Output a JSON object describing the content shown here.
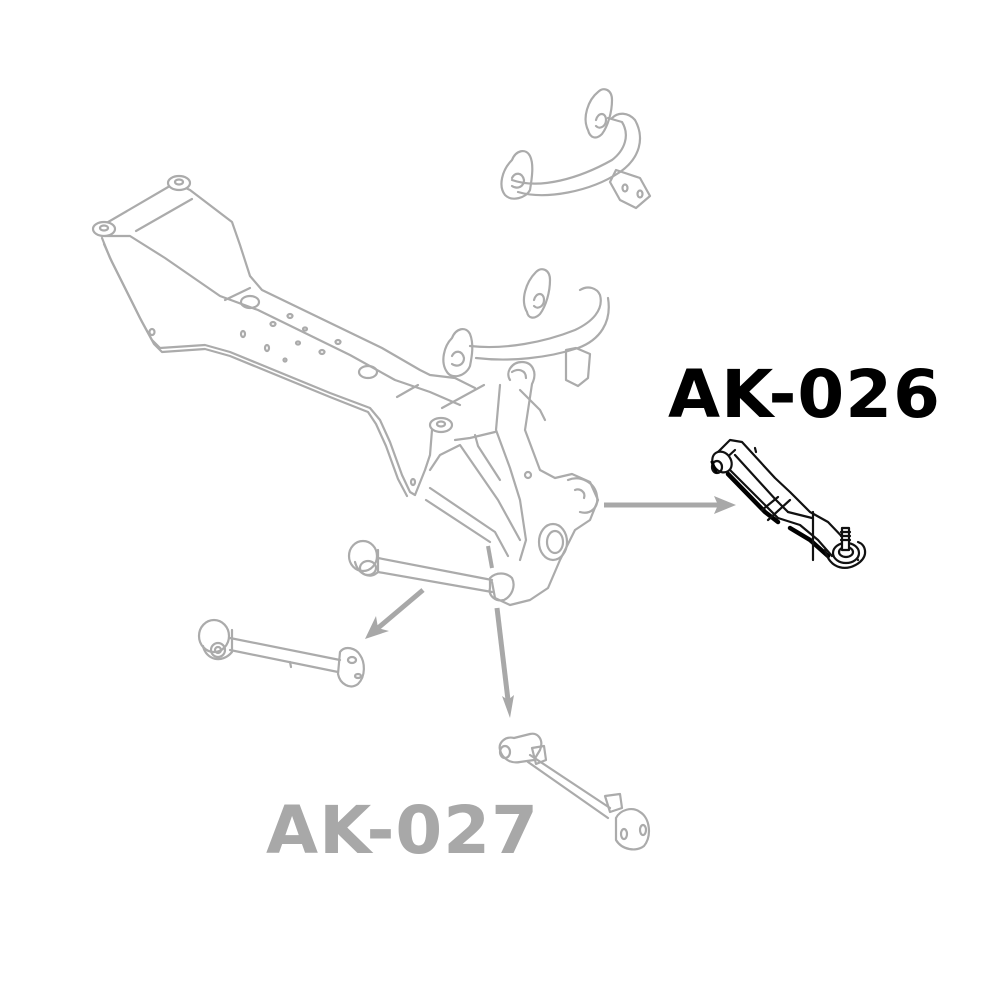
{
  "diagram": {
    "title": "Rear suspension assembly exploded diagram",
    "labels": {
      "highlighted_part": "AK-026",
      "secondary_part": "AK-027"
    },
    "colors": {
      "highlighted": "#000000",
      "ghosted": "#a8a8a8",
      "background": "#ffffff"
    },
    "components": [
      {
        "name": "rear-subframe-crossmember",
        "state": "ghosted"
      },
      {
        "name": "upper-control-arm-top",
        "state": "ghosted"
      },
      {
        "name": "upper-control-arm-installed",
        "state": "ghosted"
      },
      {
        "name": "knuckle-hub-carrier",
        "state": "ghosted"
      },
      {
        "name": "lower-lateral-link-installed",
        "state": "ghosted"
      },
      {
        "name": "lower-lateral-link-exploded",
        "state": "ghosted"
      },
      {
        "name": "trailing-toe-link-exploded",
        "state": "ghosted"
      },
      {
        "name": "lower-arm-AK-026",
        "state": "highlighted"
      }
    ],
    "arrows": [
      {
        "from": "knuckle",
        "to": "AK-026 arm",
        "direction": "right"
      },
      {
        "from": "lateral link",
        "to": "exploded lateral link",
        "direction": "down-left"
      },
      {
        "from": "knuckle",
        "to": "exploded toe link",
        "direction": "down"
      }
    ]
  }
}
